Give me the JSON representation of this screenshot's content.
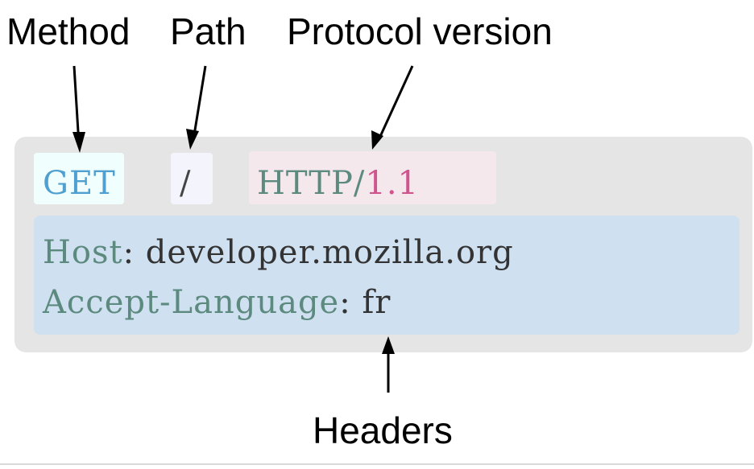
{
  "labels": {
    "method": "Method",
    "path": "Path",
    "protocol": "Protocol version",
    "headers": "Headers"
  },
  "request_line": {
    "method": "GET",
    "path": "/",
    "protocol_name": "HTTP/",
    "protocol_version": "1.1"
  },
  "headers": [
    {
      "name": "Host",
      "sep": ": ",
      "value": "developer.mozilla.org"
    },
    {
      "name": "Accept-Language",
      "sep": ": ",
      "value": "fr"
    }
  ],
  "colors": {
    "panel": "#e5e5e5",
    "method_bg": "#f0fefe",
    "method_text": "#4f9fd0",
    "path_bg": "#f4f4fc",
    "path_text": "#444444",
    "protocol_bg": "#f4e8ec",
    "protocol_name_text": "#5d8a7e",
    "protocol_version_text": "#d0558e",
    "headers_bg": "#cfe0f1",
    "header_name_text": "#5d8a7e",
    "header_value_text": "#333333"
  }
}
